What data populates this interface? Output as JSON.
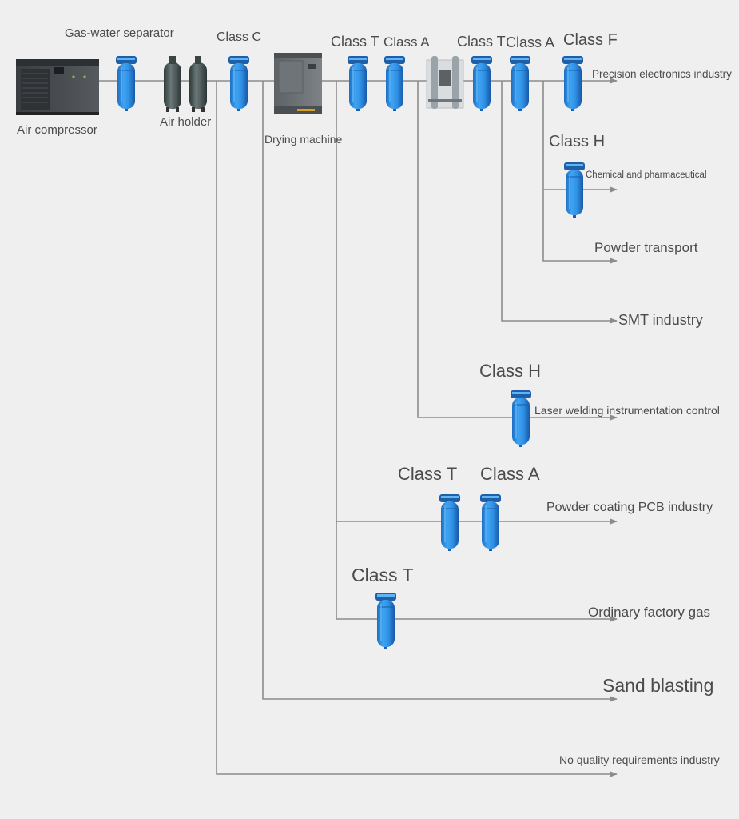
{
  "equipment": {
    "air_compressor": "Air compressor",
    "gas_water_separator": "Gas-water separator",
    "air_holder": "Air holder",
    "drying_machine": "Drying machine"
  },
  "filter_classes": {
    "c1": "Class C",
    "t1": "Class T",
    "a1": "Class A",
    "t2": "Class T",
    "a2": "Class A",
    "f1": "Class F",
    "h1": "Class H",
    "h2": "Class H",
    "t3": "Class T",
    "a3": "Class A",
    "t4": "Class T"
  },
  "applications": {
    "precision": "Precision electronics industry",
    "chemical": "Chemical and pharmaceutical",
    "powder_transport": "Powder transport",
    "smt": "SMT industry",
    "laser": "Laser welding instrumentation control",
    "powder_coating": "Powder coating PCB industry",
    "ordinary": "Ordinary factory gas",
    "sand": "Sand blasting",
    "no_quality": "No quality requirements industry"
  },
  "colors": {
    "line": "#8c8c8c",
    "filter_blue": "#2a8ee6",
    "filter_dark": "#1f5fa8",
    "text": "#4b4b4b"
  }
}
